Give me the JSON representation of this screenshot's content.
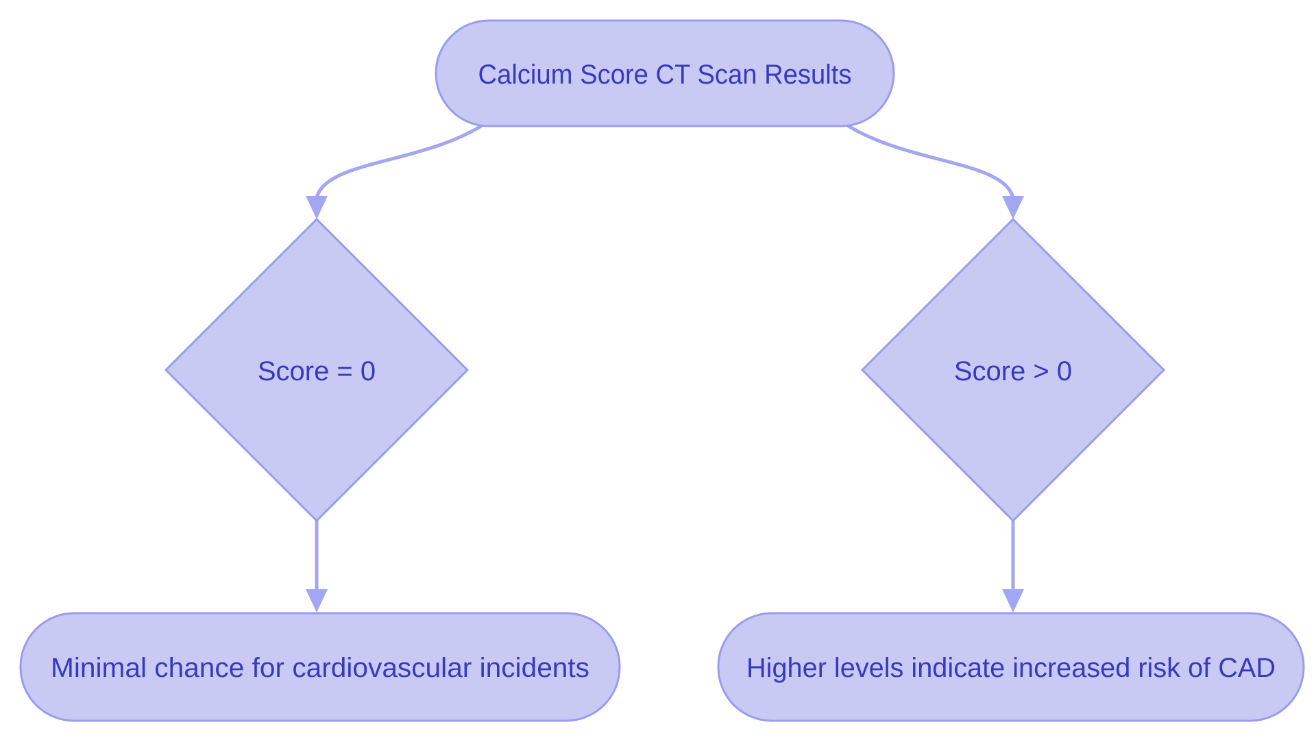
{
  "diagram": {
    "type": "flowchart",
    "title_node": {
      "label": "Calcium Score CT Scan Results"
    },
    "decision_nodes": [
      {
        "label": "Score = 0"
      },
      {
        "label": "Score > 0"
      }
    ],
    "outcome_nodes": [
      {
        "label": "Minimal chance for cardiovascular incidents"
      },
      {
        "label": "Higher levels indicate increased risk of CAD"
      }
    ],
    "edges": [
      {
        "from": "Calcium Score CT Scan Results",
        "to": "Score = 0"
      },
      {
        "from": "Calcium Score CT Scan Results",
        "to": "Score > 0"
      },
      {
        "from": "Score = 0",
        "to": "Minimal chance for cardiovascular incidents"
      },
      {
        "from": "Score > 0",
        "to": "Higher levels indicate increased risk of CAD"
      }
    ],
    "colors": {
      "node_fill": "#c9caf4",
      "node_border": "#999cee",
      "arrow": "#a3a6f2",
      "text": "#3939c0",
      "background": "#ffffff"
    }
  }
}
